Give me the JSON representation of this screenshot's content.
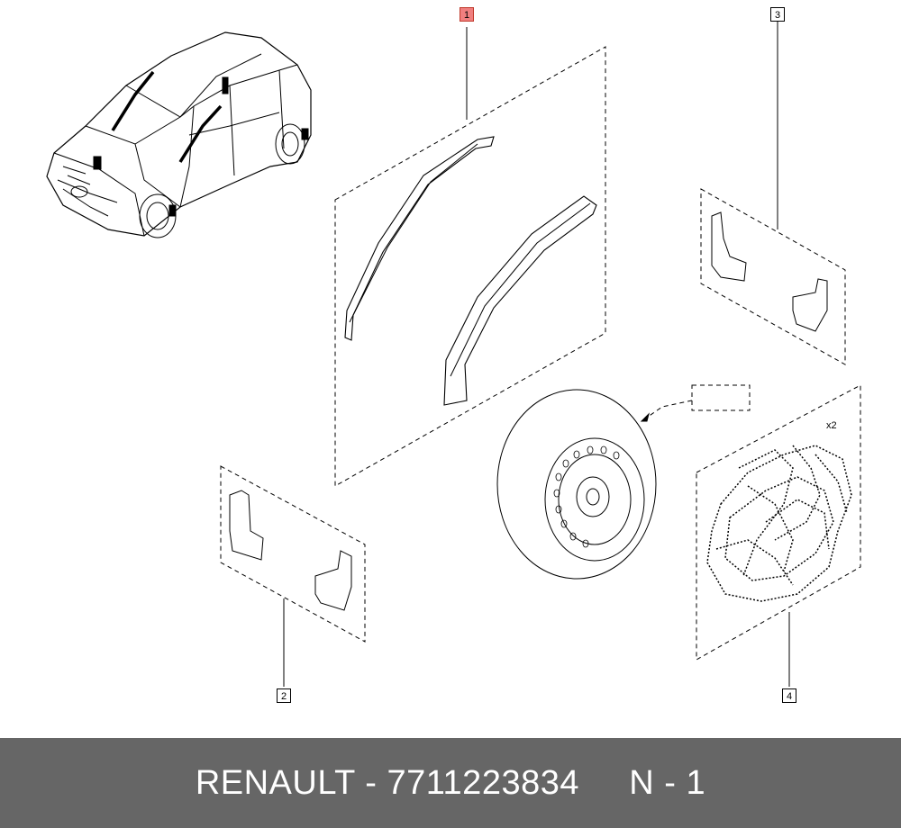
{
  "callouts": [
    {
      "label": "1",
      "highlighted": true
    },
    {
      "label": "2",
      "highlighted": false
    },
    {
      "label": "3",
      "highlighted": false
    },
    {
      "label": "4",
      "highlighted": false
    }
  ],
  "quantity_note": "x2",
  "footer": {
    "brand": "RENAULT",
    "separator": "-",
    "part_number": "7711223834",
    "note": "N - 1"
  },
  "colors": {
    "highlight": "#f07f7f",
    "footer_bg": "#666666",
    "footer_text": "#ffffff",
    "line": "#000000"
  }
}
